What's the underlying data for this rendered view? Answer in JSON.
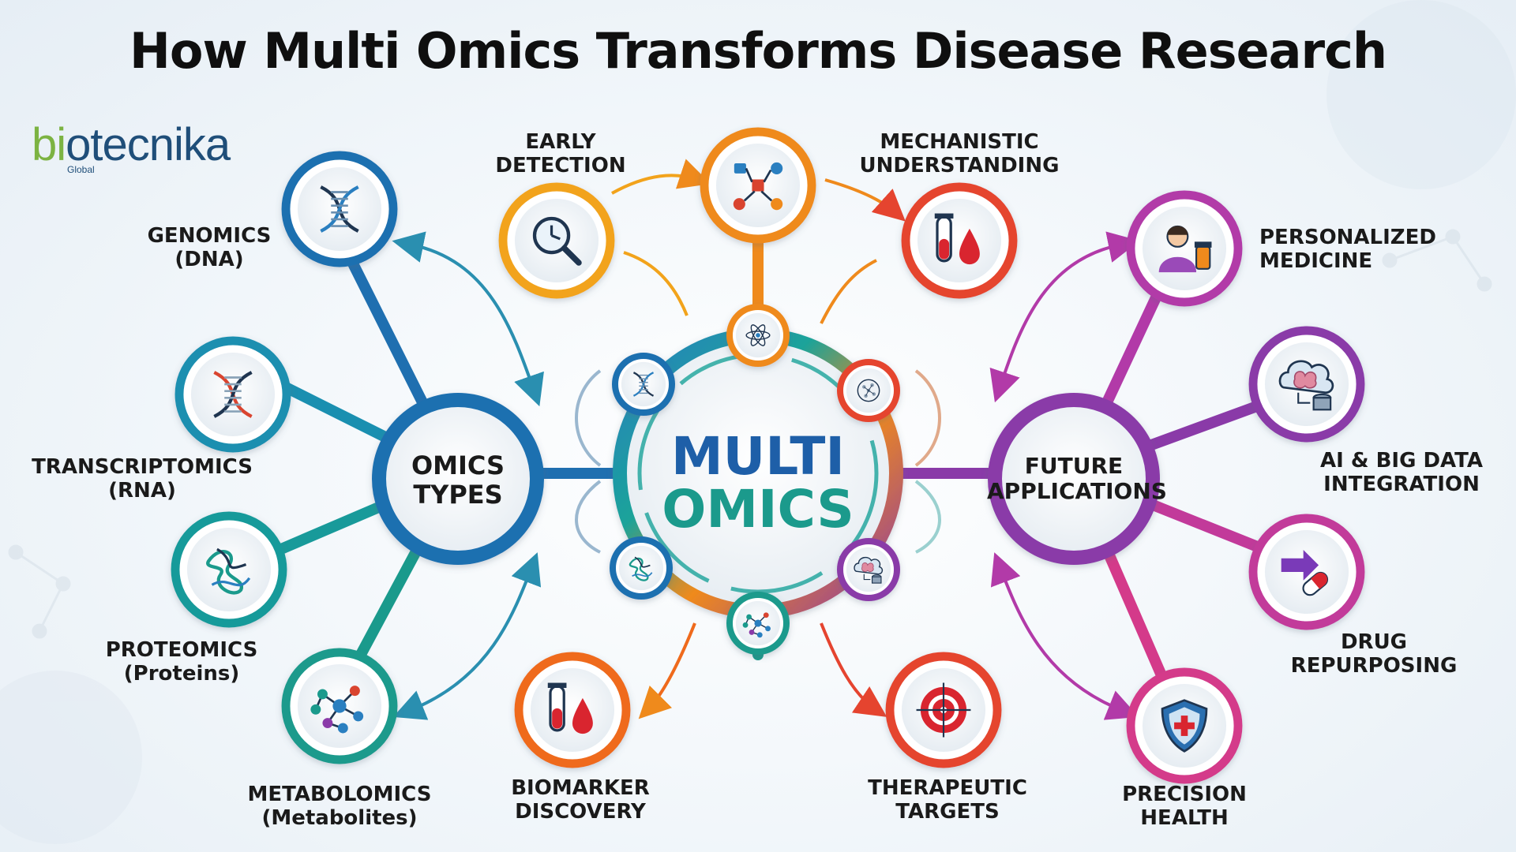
{
  "title": "How Multi Omics Transforms Disease Research",
  "logo": {
    "part1": "bi",
    "part2": "otecnika",
    "sub": "Global"
  },
  "center": {
    "line1": "MULTI",
    "line2": "OMICS"
  },
  "hubs": {
    "omics": {
      "line1": "OMICS",
      "line2": "TYPES"
    },
    "future": {
      "line1": "FUTURE",
      "line2": "APPLICATIONS"
    }
  },
  "omics_types": [
    {
      "line1": "GENOMICS",
      "line2": "(DNA)",
      "icon": "dna-icon",
      "color": "#1f6fb0"
    },
    {
      "line1": "TRANSCRIPTOMICS",
      "line2": "(RNA)",
      "icon": "rna-icon",
      "color": "#1a8fb0"
    },
    {
      "line1": "PROTEOMICS",
      "line2": "(Proteins)",
      "icon": "protein-icon",
      "color": "#189a9a"
    },
    {
      "line1": "METABOLOMICS",
      "line2": "(Metabolites)",
      "icon": "metabolite-icon",
      "color": "#1a9a8c"
    }
  ],
  "research_outcomes": [
    {
      "line1": "EARLY",
      "line2": "DETECTION",
      "icon": "magnifier-clock-icon",
      "color": "#f2a31b"
    },
    {
      "line1": "",
      "line2": "",
      "icon": "workflow-icon",
      "color": "#ef8a1c"
    },
    {
      "line1": "MECHANISTIC",
      "line2": "UNDERSTANDING",
      "icon": "test-tube-blood-icon",
      "color": "#e5442f"
    },
    {
      "line1": "BIOMARKER",
      "line2": "DISCOVERY",
      "icon": "test-tube-blood-icon",
      "color": "#ef6a1c"
    },
    {
      "line1": "THERAPEUTIC",
      "line2": "TARGETS",
      "icon": "target-icon",
      "color": "#e5442f"
    }
  ],
  "future_applications": [
    {
      "line1": "PERSONALIZED",
      "line2": "MEDICINE",
      "icon": "patient-medicine-icon",
      "color": "#b23aa8"
    },
    {
      "line1": "AI & BIG DATA",
      "line2": "INTEGRATION",
      "icon": "ai-brain-cloud-icon",
      "color": "#8a3aa8"
    },
    {
      "line1": "DRUG",
      "line2": "REPURPOSING",
      "icon": "arrow-pill-icon",
      "color": "#c23a9a"
    },
    {
      "line1": "PRECISION",
      "line2": "HEALTH",
      "icon": "shield-cross-icon",
      "color": "#d43a8a"
    }
  ],
  "center_ring_icons": [
    "atom-icon",
    "dna-icon",
    "network-cell-icon",
    "protein-icon",
    "molecule-network-icon",
    "ai-brain-cloud-icon"
  ],
  "colors": {
    "blue": "#1f6fb0",
    "teal": "#1a9a8c",
    "orange": "#ef8a1c",
    "red": "#e5442f",
    "purple": "#8a3aa8",
    "magenta": "#c23a9a",
    "yellow": "#f2a31b"
  }
}
